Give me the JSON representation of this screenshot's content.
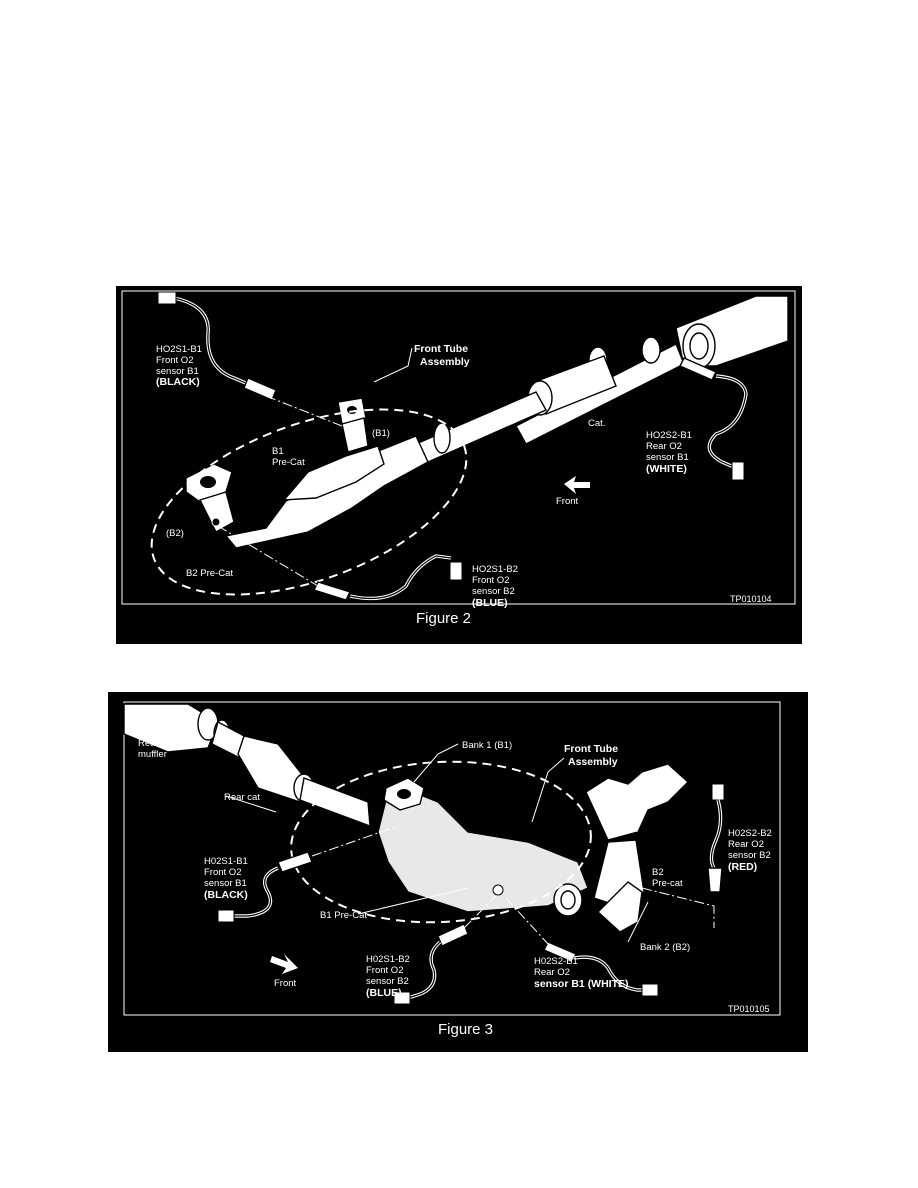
{
  "figure2": {
    "caption": "Figure 2",
    "code": "TP010104",
    "front_tube_line1": "Front Tube",
    "front_tube_line2": "Assembly",
    "s1b1": [
      "HO2S1-B1",
      "Front O2",
      "sensor B1",
      "(BLACK)"
    ],
    "s2b1": [
      "HO2S2-B1",
      "Rear O2",
      "sensor B1",
      "(WHITE)"
    ],
    "s1b2": [
      "HO2S1-B2",
      "Front O2",
      "sensor B2",
      "(BLUE)"
    ],
    "b1_precat": [
      "B1",
      "Pre-Cat"
    ],
    "b1_tag": "(B1)",
    "b2_tag": "(B2)",
    "b2_precat": "B2 Pre-Cat",
    "cat": "Cat.",
    "front": "Front"
  },
  "figure3": {
    "caption": "Figure 3",
    "code": "TP010105",
    "rear_muffler": [
      "Rear",
      "muffler"
    ],
    "rear_cat": "Rear cat",
    "bank1": "Bank 1 (B1)",
    "front_tube_line1": "Front Tube",
    "front_tube_line2": "Assembly",
    "s1b1": [
      "H02S1-B1",
      "Front O2",
      "sensor B1",
      "(BLACK)"
    ],
    "s2b2": [
      "H02S2-B2",
      "Rear O2",
      "sensor B2",
      "(RED)"
    ],
    "b2_precat": [
      "B2",
      "Pre-cat"
    ],
    "b1_precat": "B1 Pre-Cat",
    "bank2": "Bank 2 (B2)",
    "s1b2": [
      "H02S1-B2",
      "Front O2",
      "sensor B2",
      "(BLUE)"
    ],
    "s2b1": [
      "H02S2-B1",
      "Rear O2",
      "sensor B1 (WHITE)"
    ],
    "front": "Front"
  }
}
